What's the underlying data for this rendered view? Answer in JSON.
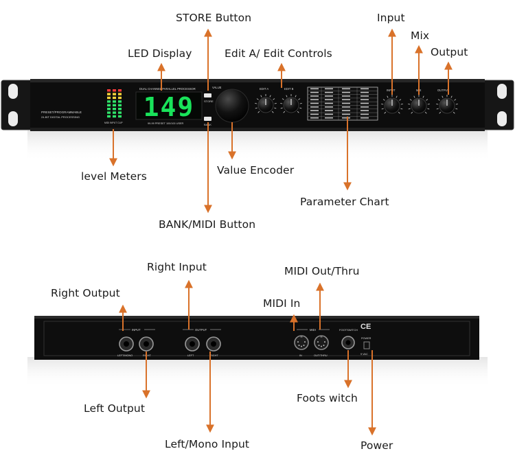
{
  "front_labels": {
    "store": "STORE Button",
    "led": "LED Display",
    "edit": "Edit A/ Edit Controls",
    "input": "Input",
    "mix": "Mix",
    "output": "Output",
    "meters": "level Meters",
    "encoder": "Value Encoder",
    "chart": "Parameter Chart",
    "bank": "BANK/MIDI Button"
  },
  "rear_labels": {
    "right_input": "Right Input",
    "midi_out": "MIDI Out/Thru",
    "right_output": "Right Output",
    "midi_in": "MIDI In",
    "left_output": "Left Output",
    "footswitch": "Foots witch",
    "left_mono": "Left/Mono Input",
    "power": "Power"
  },
  "front_panel": {
    "display_value": "149",
    "brand_line1": "PRESET/PROGRAMMABLE",
    "brand_line2": "24-BIT DIGITAL PROCESSING",
    "title": "DUAL CHANNEL PARALLEL PROCESSOR",
    "preset_info": "99-99 PRESET  100/100 USER",
    "value": "VALUE",
    "store": "STORE",
    "bank": "BANK",
    "edit_a": "EDIT A",
    "edit_b": "EDIT B",
    "input": "INPUT",
    "mix": "MIX",
    "output": "OUTPUT",
    "meter_sub": "MIDI  INPUT  CLIP"
  },
  "rear_panel": {
    "input": "INPUT",
    "output": "OUTPUT",
    "left_mono": "LEFT/MONO",
    "right": "RIGHT",
    "left": "LEFT",
    "midi": "MIDI",
    "in": "IN",
    "out_thru": "OUT/THRU",
    "footswitch": "FOOTSWITCH",
    "power": "POWER",
    "ce": "CE",
    "volt": "9 VAC"
  },
  "colors": {
    "arrow": "#d9722a",
    "chassis": "#0d0d0d",
    "led_green": "#19e35a"
  }
}
